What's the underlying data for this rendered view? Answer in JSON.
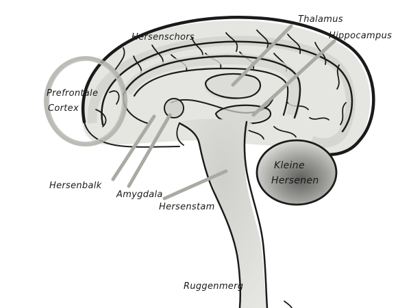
{
  "diagram": {
    "labels": {
      "hersenschors": "Hersenschors",
      "thalamus": "Thalamus",
      "hippocampus": "Hippocampus",
      "prefrontale_line1": "Prefrontale",
      "prefrontale_line2": "Cortex",
      "kleine_line1": "Kleine",
      "kleine_line2": "Hersenen",
      "hersenbalk": "Hersenbalk",
      "amygdala": "Amygdala",
      "hersenstam": "Hersenstam",
      "ruggenmerg": "Ruggenmerg"
    },
    "colors": {
      "ink": "#1a1a1a",
      "pointer": "#aaa9a3",
      "shade": "#dcdcd8",
      "cerebellum_dark": "#8f8f8c"
    }
  }
}
